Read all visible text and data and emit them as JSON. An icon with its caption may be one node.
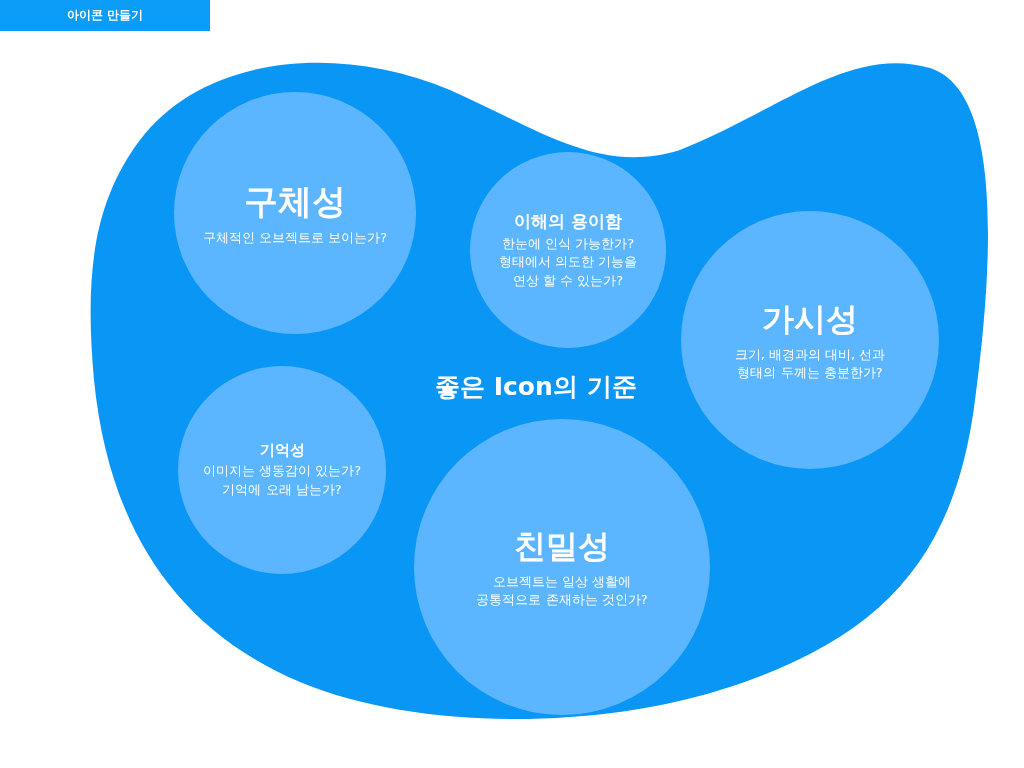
{
  "diagram": {
    "nodes": [
      {
        "text": [
          "아이콘 만들기"
        ]
      },
      {
        "text": [
          "좋은 Icon의 기준"
        ]
      },
      {
        "text": [
          "구체성",
          "구체적인 오브젝트로 보이는가?"
        ],
        "in": 1
      },
      {
        "text": [
          "이해의 용이함",
          "한눈에 인식 가능한가?",
          "형태에서 의도한 기능을 연상 할 수 있는가?"
        ],
        "in": 1
      },
      {
        "text": [
          "가시성",
          "크기, 배경과의 대비, 선과 형태의 두께는 충분한가?"
        ],
        "in": 1
      },
      {
        "text": [
          "기억성",
          "이미지는 생동감이 있는가?",
          "기억에 오래 남는가?"
        ],
        "in": 1
      },
      {
        "text": [
          "친밀성",
          "오브젝트는 일상 생활에 공통적으로 존재하는 것인가?"
        ],
        "in": 1
      }
    ]
  }
}
